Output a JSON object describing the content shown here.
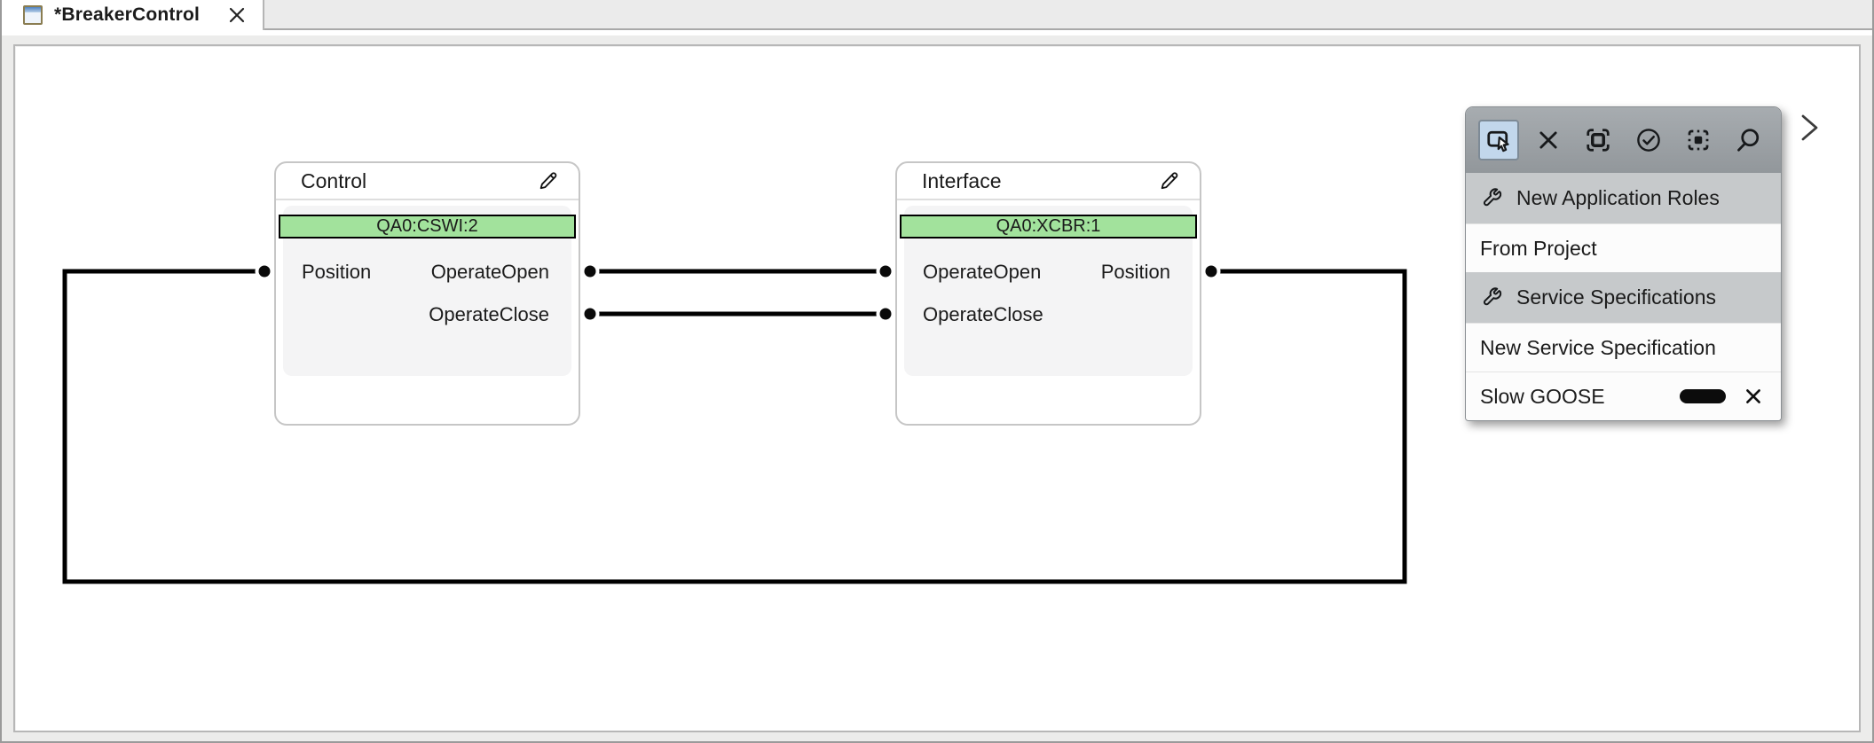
{
  "window": {
    "tab": {
      "title": "*BreakerControl"
    }
  },
  "canvas": {
    "blocks": [
      {
        "title": "Control",
        "badge": "QA0:CSWI:2",
        "rows": [
          {
            "left": "Position",
            "right": "OperateOpen"
          },
          {
            "left": "",
            "right": "OperateClose"
          }
        ]
      },
      {
        "title": "Interface",
        "badge": "QA0:XCBR:1",
        "rows": [
          {
            "left": "OperateOpen",
            "right": "Position"
          },
          {
            "left": "OperateClose",
            "right": ""
          }
        ]
      }
    ],
    "connections": [
      {
        "from": "Control.OperateOpen",
        "to": "Interface.OperateOpen"
      },
      {
        "from": "Control.OperateClose",
        "to": "Interface.OperateClose"
      },
      {
        "from": "Interface.Position",
        "to": "Control.Position"
      }
    ]
  },
  "palette": {
    "tools": [
      "select",
      "delete",
      "fit-selection",
      "validate",
      "center-focus",
      "zoom-search"
    ],
    "items": [
      {
        "label": "New Application Roles",
        "kind": "category"
      },
      {
        "label": "From Project",
        "kind": "item"
      },
      {
        "label": "Service Specifications",
        "kind": "category"
      },
      {
        "label": "New Service Specification",
        "kind": "item"
      },
      {
        "label": "Slow GOOSE",
        "kind": "item"
      }
    ]
  },
  "colors": {
    "badge_green": "#a2e29c",
    "selection_blue": "#c2d7ec",
    "palette_header_gray": "#9ca1a5",
    "category_gray": "#c6c9cb",
    "wire_black": "#000000"
  }
}
